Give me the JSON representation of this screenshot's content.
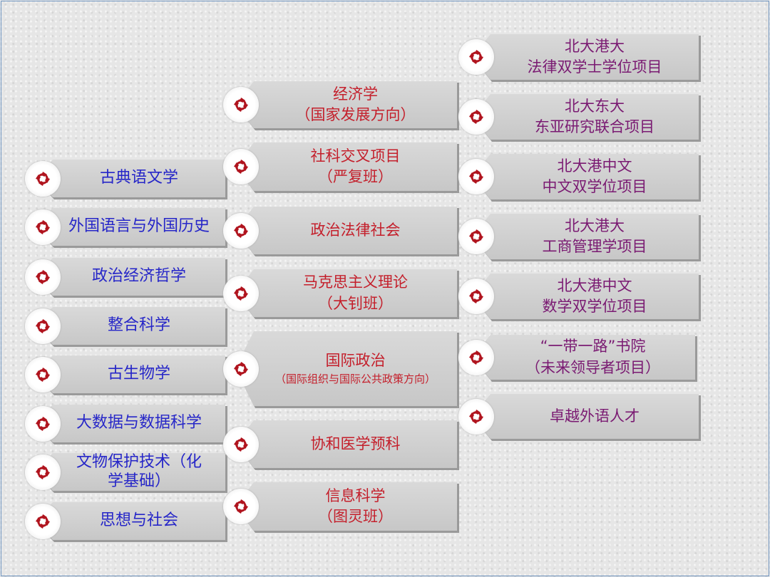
{
  "colors": {
    "left_text": "#2626c8",
    "middle_text": "#c41f2b",
    "right_text": "#7a1a72",
    "icon": "#b0141e"
  },
  "icon": "pku-swirl-logo-icon",
  "left_column": [
    {
      "lines": [
        "古典语文学"
      ]
    },
    {
      "lines": [
        "外国语言与外国历史"
      ]
    },
    {
      "lines": [
        "政治经济哲学"
      ]
    },
    {
      "lines": [
        "整合科学"
      ]
    },
    {
      "lines": [
        "古生物学"
      ]
    },
    {
      "lines": [
        "大数据与数据科学"
      ]
    },
    {
      "lines": [
        "文物保护技术（化",
        "学基础）"
      ]
    },
    {
      "lines": [
        "思想与社会"
      ]
    }
  ],
  "middle_column": [
    {
      "lines": [
        "经济学",
        "（国家发展方向）"
      ]
    },
    {
      "lines": [
        "社科交叉项目",
        "（严复班）"
      ]
    },
    {
      "lines": [
        "政治法律社会"
      ]
    },
    {
      "lines": [
        "马克思主义理论",
        "（大钊班）"
      ]
    },
    {
      "lines": [
        "国际政治",
        "（国际组织与国际公共政策方向）"
      ]
    },
    {
      "lines": [
        "协和医学预科"
      ]
    },
    {
      "lines": [
        "信息科学",
        "（图灵班）"
      ]
    }
  ],
  "right_column": [
    {
      "lines": [
        "北大港大",
        "法律双学士学位项目"
      ]
    },
    {
      "lines": [
        "北大东大",
        "东亚研究联合项目"
      ]
    },
    {
      "lines": [
        "北大港中文",
        "中文双学位项目"
      ]
    },
    {
      "lines": [
        "北大港大",
        "工商管理学项目"
      ]
    },
    {
      "lines": [
        "北大港中文",
        "数学双学位项目"
      ]
    },
    {
      "lines": [
        "“一带一路”书院",
        "（未来领导者项目）"
      ]
    },
    {
      "lines": [
        "卓越外语人才"
      ]
    }
  ]
}
